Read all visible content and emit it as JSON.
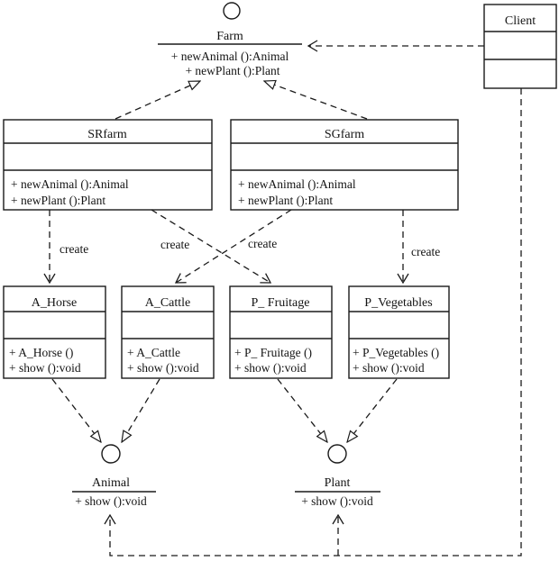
{
  "diagram": {
    "colors": {
      "line": "#1a1a1a",
      "background": "#ffffff"
    },
    "interfaces": {
      "farm": {
        "name": "Farm",
        "operations": [
          "+ newAnimal ():Animal",
          "+ newPlant ():Plant"
        ]
      },
      "animal": {
        "name": "Animal",
        "operations": [
          "+ show ():void"
        ]
      },
      "plant": {
        "name": "Plant",
        "operations": [
          "+ show ():void"
        ]
      }
    },
    "classes": {
      "client": {
        "name": "Client",
        "attributes": [],
        "operations": []
      },
      "srfarm": {
        "name": "SRfarm",
        "attributes": [],
        "operations": [
          "+ newAnimal ():Animal",
          "+ newPlant ():Plant"
        ]
      },
      "sgfarm": {
        "name": "SGfarm",
        "attributes": [],
        "operations": [
          "+ newAnimal ():Animal",
          "+ newPlant ():Plant"
        ]
      },
      "a_horse": {
        "name": "A_Horse",
        "attributes": [],
        "operations": [
          "+ A_Horse ()",
          "+ show ():void"
        ]
      },
      "a_cattle": {
        "name": "A_Cattle",
        "attributes": [],
        "operations": [
          "+ A_Cattle",
          "+ show ():void"
        ]
      },
      "p_fruitage": {
        "name": "P_ Fruitage",
        "attributes": [],
        "operations": [
          "+ P_ Fruitage ()",
          "+ show ():void"
        ]
      },
      "p_vegetables": {
        "name": "P_Vegetables",
        "attributes": [],
        "operations": [
          "+ P_Vegetables ()",
          "+ show ():void"
        ]
      }
    },
    "relationships": {
      "creates": [
        "create",
        "create",
        "create",
        "create"
      ]
    }
  }
}
